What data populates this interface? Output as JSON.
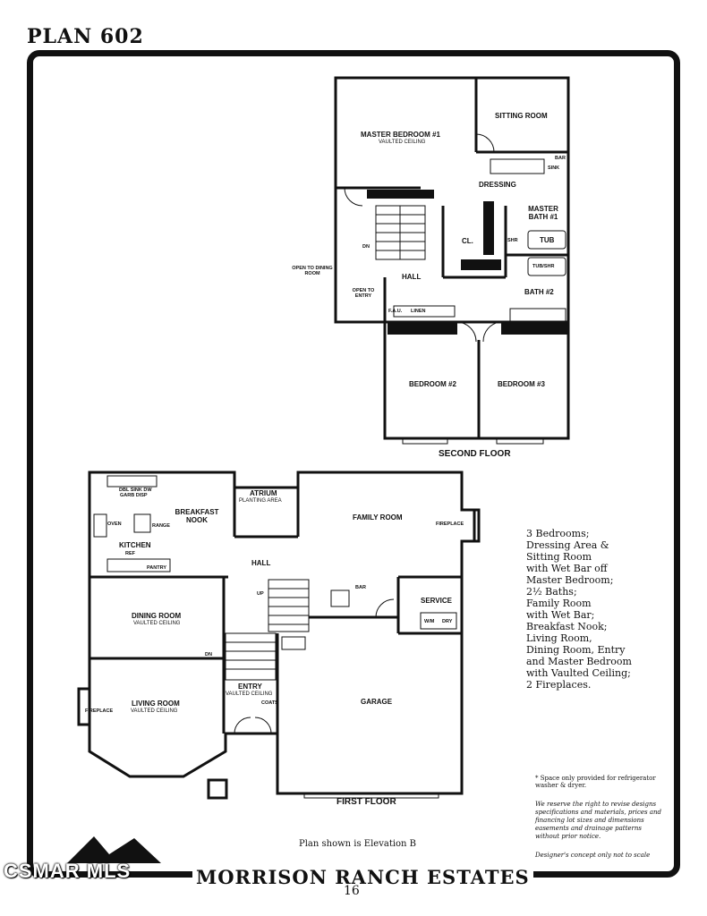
{
  "header": {
    "plan_title": "PLAN 602"
  },
  "second_floor": {
    "label": "SECOND FLOOR",
    "rooms": {
      "master_bedroom": "MASTER BEDROOM #1",
      "master_bedroom_note": "VAULTED CEILING",
      "sitting_room": "SITTING ROOM",
      "dressing": "DRESSING",
      "master_bath": "MASTER BATH #1",
      "closet": "CL.",
      "tub": "TUB",
      "tub_shower": "TUB/SHR",
      "bath2": "BATH #2",
      "hall": "HALL",
      "linen": "LINEN",
      "fau": "F.A.U.",
      "bedroom2": "BEDROOM #2",
      "bedroom3": "BEDROOM #3",
      "bar": "BAR",
      "sink": "SINK",
      "shower": "SHR",
      "dn": "DN",
      "open_dining": "OPEN TO DINING ROOM",
      "open_entry": "OPEN TO ENTRY"
    }
  },
  "first_floor": {
    "label": "FIRST FLOOR",
    "rooms": {
      "breakfast_nook": "BREAKFAST NOOK",
      "kitchen": "KITCHEN",
      "atrium": "ATRIUM",
      "atrium_note": "PLANTING AREA",
      "family_room": "FAMILY ROOM",
      "fireplace": "FIREPLACE",
      "hall": "HALL",
      "service": "SERVICE",
      "dining_room": "DINING ROOM",
      "dining_note": "VAULTED CEILING",
      "living_room": "LIVING ROOM",
      "living_note": "VAULTED CEILING",
      "living_fireplace": "FIREPLACE",
      "entry": "ENTRY",
      "entry_note": "VAULTED CEILING",
      "garage": "GARAGE",
      "up": "UP",
      "dn": "DN",
      "bar": "BAR",
      "range": "RANGE",
      "oven": "OVEN",
      "pantry": "PANTRY",
      "ref": "REF",
      "sink_row": "DBL SINK  DW",
      "garb": "GARB DISP",
      "wm": "W/M",
      "dry": "DRY",
      "coats": "COATS"
    }
  },
  "features": [
    "3 Bedrooms;",
    "Dressing Area &",
    "Sitting Room",
    "with Wet Bar off",
    "Master Bedroom;",
    "2½ Baths;",
    "Family Room",
    "with Wet Bar;",
    "Breakfast Nook;",
    "Living Room,",
    "Dining Room, Entry",
    "and Master Bedroom",
    "with Vaulted Ceiling;",
    "2 Fireplaces."
  ],
  "footnote": "* Space only provided for refrigerator washer & dryer.",
  "disclaimer": "We reserve the right to revise designs specifications and materials, prices and financing lot sizes and dimensions easements and drainage patterns without prior notice.",
  "concept_note": "Designer's concept only  not to scale",
  "elevation_note": "Plan shown is Elevation B",
  "brand": "MORRISON RANCH ESTATES",
  "page_number": "16",
  "watermark": "CSMAR MLS",
  "colors": {
    "ink": "#111111",
    "paper": "#ffffff"
  }
}
